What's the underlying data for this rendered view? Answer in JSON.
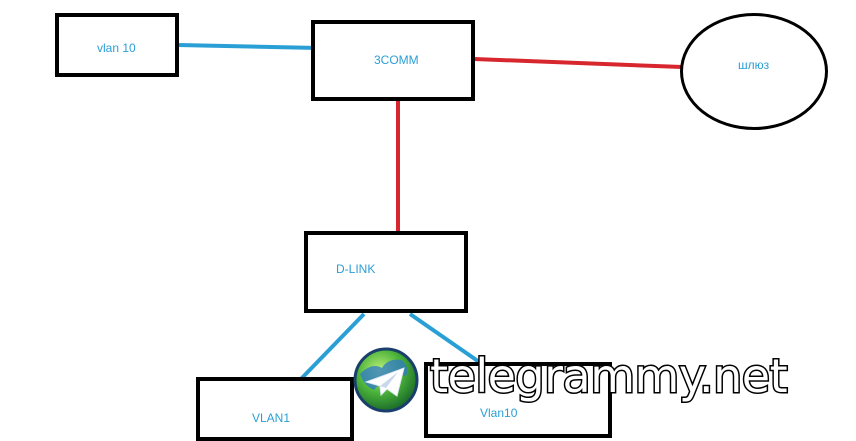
{
  "nodes": {
    "vlan10_top": "vlan 10",
    "switch_3com": "3COMM",
    "gateway": "шлюз",
    "switch_dlink": "D-LINK",
    "vlan1_bottom": "VLAN1",
    "vlan10_bottom": "Vlan10"
  },
  "colors": {
    "blue_link": "#2a9fd6",
    "red_link": "#d7262e",
    "label": "#2a9fd6"
  },
  "watermark": {
    "text": "telegrammy.net",
    "icon": "telegram-globe-icon"
  }
}
